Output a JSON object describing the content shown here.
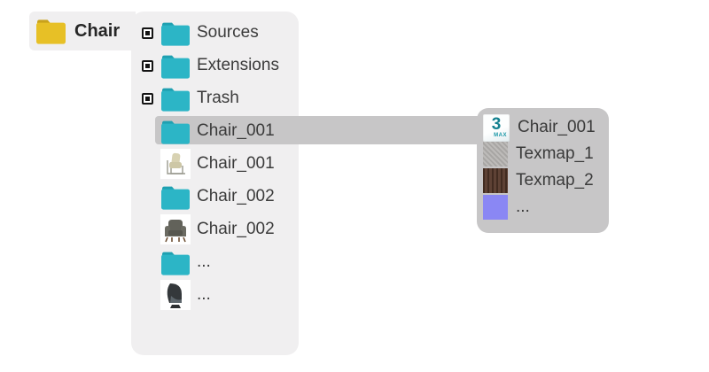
{
  "diagram": {
    "root_folder": {
      "label": "Chair",
      "icon": "yellow-folder-icon"
    },
    "tree_panel": {
      "items": [
        {
          "label": "Sources",
          "icon": "teal-folder-icon",
          "bullet": true,
          "highlighted": false
        },
        {
          "label": "Extensions",
          "icon": "teal-folder-icon",
          "bullet": true,
          "highlighted": false
        },
        {
          "label": "Trash",
          "icon": "teal-folder-icon",
          "bullet": true,
          "highlighted": false
        },
        {
          "label": "Chair_001",
          "icon": "teal-folder-icon",
          "bullet": false,
          "highlighted": true
        },
        {
          "label": "Chair_001",
          "icon": "chair-thumbnail-beige",
          "bullet": false,
          "highlighted": false
        },
        {
          "label": "Chair_002",
          "icon": "teal-folder-icon",
          "bullet": false,
          "highlighted": false
        },
        {
          "label": "Chair_002",
          "icon": "chair-thumbnail-armchair",
          "bullet": false,
          "highlighted": false
        },
        {
          "label": "...",
          "icon": "teal-folder-icon",
          "bullet": false,
          "highlighted": false
        },
        {
          "label": "...",
          "icon": "chair-thumbnail-swivel",
          "bullet": false,
          "highlighted": false
        }
      ]
    },
    "detail_panel": {
      "items": [
        {
          "label": "Chair_001",
          "icon": "3dsmax-file-icon",
          "badge_digit": "3",
          "badge_sub": "MAX"
        },
        {
          "label": "Texmap_1",
          "icon": "gray-texture-swatch",
          "color": "#b2b0ae"
        },
        {
          "label": "Texmap_2",
          "icon": "brown-texture-swatch",
          "color": "#55382a"
        },
        {
          "label": "...",
          "icon": "purple-texture-swatch",
          "color": "#8a87f4"
        }
      ]
    },
    "colors": {
      "panel_bg": "#f0eff0",
      "highlight_bg": "#c7c6c7",
      "folder_teal": "#2cb5c6",
      "folder_teal_tab": "#1fa0b1",
      "folder_yellow": "#e7c026",
      "folder_yellow_tab": "#c9a21b",
      "text": "#3b3b3b",
      "max_teal": "#13808f"
    }
  }
}
